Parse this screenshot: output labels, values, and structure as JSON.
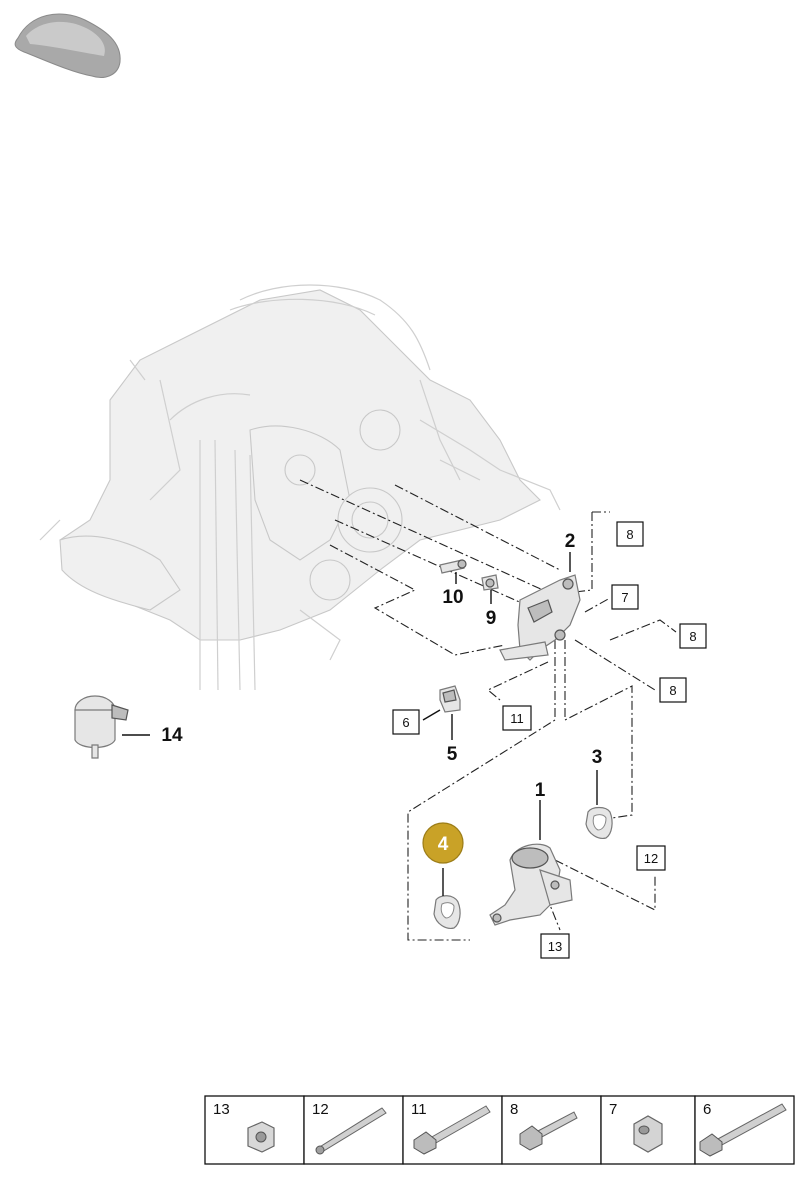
{
  "callouts": [
    {
      "id": "c1",
      "label": "1"
    },
    {
      "id": "c2",
      "label": "2"
    },
    {
      "id": "c3",
      "label": "3"
    },
    {
      "id": "c4",
      "label": "4",
      "highlight_color": "#c9a227"
    },
    {
      "id": "c5",
      "label": "5"
    },
    {
      "id": "c9",
      "label": "9"
    },
    {
      "id": "c10",
      "label": "10"
    },
    {
      "id": "c14",
      "label": "14"
    }
  ],
  "boxed_refs": [
    {
      "id": "b8a",
      "label": "8"
    },
    {
      "id": "b7",
      "label": "7"
    },
    {
      "id": "b8b",
      "label": "8"
    },
    {
      "id": "b8c",
      "label": "8"
    },
    {
      "id": "b6",
      "label": "6"
    },
    {
      "id": "b11",
      "label": "11"
    },
    {
      "id": "b12",
      "label": "12"
    },
    {
      "id": "b13",
      "label": "13"
    }
  ],
  "hardware_table": [
    {
      "label": "13",
      "icon": "nut-icon"
    },
    {
      "label": "12",
      "icon": "long-bolt-icon"
    },
    {
      "label": "11",
      "icon": "flange-bolt-icon"
    },
    {
      "label": "8",
      "icon": "short-bolt-icon"
    },
    {
      "label": "7",
      "icon": "flange-nut-icon"
    },
    {
      "label": "6",
      "icon": "long-flange-bolt-icon"
    }
  ]
}
